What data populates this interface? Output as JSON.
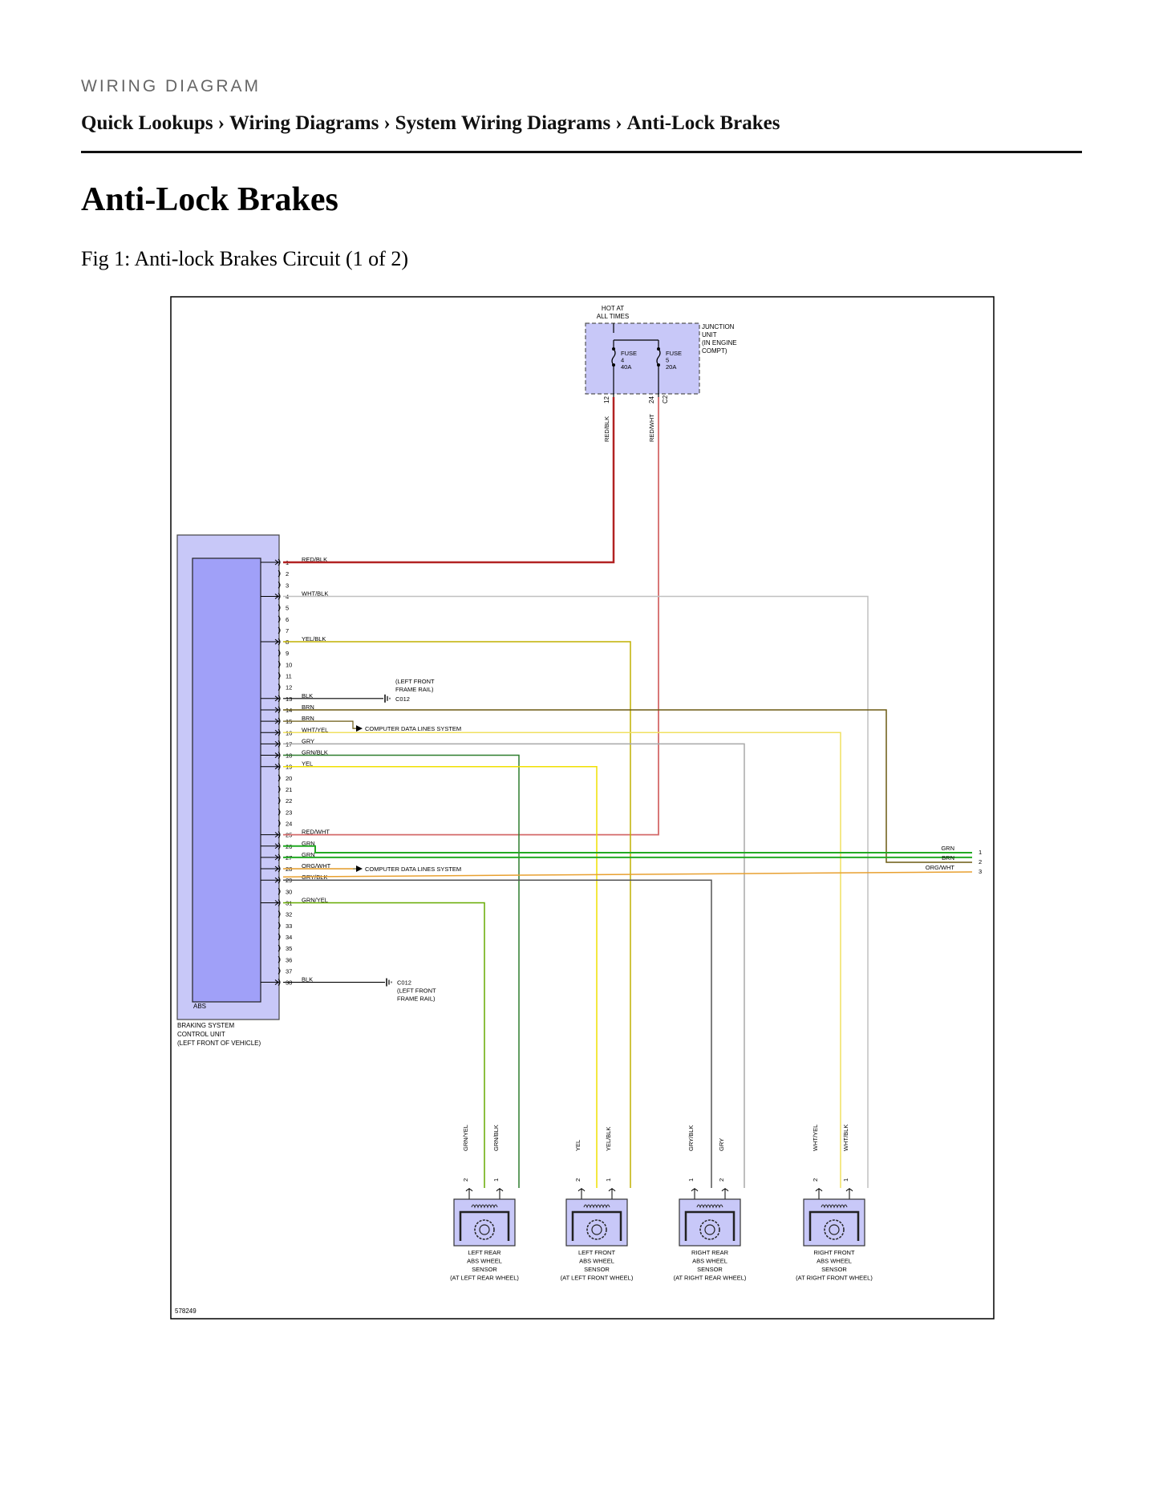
{
  "header": {
    "kicker": "WIRING DIAGRAM",
    "breadcrumb": [
      "Quick Lookups",
      "Wiring Diagrams",
      "System Wiring Diagrams",
      "Anti-Lock Brakes"
    ],
    "separator": "›"
  },
  "page": {
    "title": "Anti-Lock Brakes",
    "figure_caption": "Fig 1: Anti-lock Brakes Circuit (1 of 2)"
  },
  "diagram": {
    "figure_id": "578249",
    "hot_label": [
      "HOT AT",
      "ALL TIMES"
    ],
    "junction_label": [
      "JUNCTION",
      "UNIT",
      "(IN ENGINE",
      "COMPT)"
    ],
    "fuses": [
      {
        "lines": [
          "FUSE",
          "4",
          "40A"
        ],
        "pin": "12",
        "wire": "RED/BLK"
      },
      {
        "lines": [
          "FUSE",
          "5",
          "20A"
        ],
        "pin": "24",
        "wire": "RED/WHT"
      }
    ],
    "junction_connector": "C2",
    "module": {
      "inner_label": "ABS",
      "label": [
        "BRAKING SYSTEM",
        "CONTROL UNIT",
        "(LEFT FRONT OF VEHICLE)"
      ]
    },
    "pins": [
      {
        "n": "1",
        "wire": "RED/BLK"
      },
      {
        "n": "2",
        "wire": ""
      },
      {
        "n": "3",
        "wire": ""
      },
      {
        "n": "4",
        "wire": "WHT/BLK"
      },
      {
        "n": "5",
        "wire": ""
      },
      {
        "n": "6",
        "wire": ""
      },
      {
        "n": "7",
        "wire": ""
      },
      {
        "n": "8",
        "wire": "YEL/BLK"
      },
      {
        "n": "9",
        "wire": ""
      },
      {
        "n": "10",
        "wire": ""
      },
      {
        "n": "11",
        "wire": ""
      },
      {
        "n": "12",
        "wire": ""
      },
      {
        "n": "13",
        "wire": "BLK"
      },
      {
        "n": "14",
        "wire": "BRN"
      },
      {
        "n": "15",
        "wire": "BRN"
      },
      {
        "n": "16",
        "wire": "WHT/YEL"
      },
      {
        "n": "17",
        "wire": "GRY"
      },
      {
        "n": "18",
        "wire": "GRN/BLK"
      },
      {
        "n": "19",
        "wire": "YEL"
      },
      {
        "n": "20",
        "wire": ""
      },
      {
        "n": "21",
        "wire": ""
      },
      {
        "n": "22",
        "wire": ""
      },
      {
        "n": "23",
        "wire": ""
      },
      {
        "n": "24",
        "wire": ""
      },
      {
        "n": "25",
        "wire": "RED/WHT"
      },
      {
        "n": "26",
        "wire": "GRN"
      },
      {
        "n": "27",
        "wire": "GRN"
      },
      {
        "n": "28",
        "wire": "ORG/WHT"
      },
      {
        "n": "29",
        "wire": "GRY/BLK"
      },
      {
        "n": "30",
        "wire": ""
      },
      {
        "n": "31",
        "wire": "GRN/YEL"
      },
      {
        "n": "32",
        "wire": ""
      },
      {
        "n": "33",
        "wire": ""
      },
      {
        "n": "34",
        "wire": ""
      },
      {
        "n": "35",
        "wire": ""
      },
      {
        "n": "36",
        "wire": ""
      },
      {
        "n": "37",
        "wire": ""
      },
      {
        "n": "38",
        "wire": "BLK"
      }
    ],
    "ground_top": {
      "name": "C012",
      "location": [
        "(LEFT FRONT",
        "FRAME RAIL)"
      ]
    },
    "ground_bottom": {
      "name": "C012",
      "location": [
        "(LEFT FRONT",
        "FRAME RAIL)"
      ]
    },
    "cdl_label": "COMPUTER DATA LINES SYSTEM",
    "right_connector": [
      {
        "wire": "GRN",
        "pin": "1"
      },
      {
        "wire": "BRN",
        "pin": "2"
      },
      {
        "wire": "ORG/WHT",
        "pin": "3"
      }
    ],
    "sensors": [
      {
        "label": [
          "LEFT REAR",
          "ABS WHEEL",
          "SENSOR",
          "(AT LEFT REAR WHEEL)"
        ],
        "left": {
          "wire": "GRN/YEL",
          "pin": "2"
        },
        "right": {
          "wire": "GRN/BLK",
          "pin": "1"
        }
      },
      {
        "label": [
          "LEFT FRONT",
          "ABS WHEEL",
          "SENSOR",
          "(AT LEFT FRONT WHEEL)"
        ],
        "left": {
          "wire": "YEL",
          "pin": "2"
        },
        "right": {
          "wire": "YEL/BLK",
          "pin": "1"
        }
      },
      {
        "label": [
          "RIGHT REAR",
          "ABS WHEEL",
          "SENSOR",
          "(AT RIGHT REAR WHEEL)"
        ],
        "left": {
          "wire": "GRY/BLK",
          "pin": "1"
        },
        "right": {
          "wire": "GRY",
          "pin": "2"
        }
      },
      {
        "label": [
          "RIGHT FRONT",
          "ABS WHEEL",
          "SENSOR",
          "(AT RIGHT FRONT WHEEL)"
        ],
        "left": {
          "wire": "WHT/YEL",
          "pin": "2"
        },
        "right": {
          "wire": "WHT/BLK",
          "pin": "1"
        }
      }
    ],
    "colors": {
      "box_fill": "#c8c8f8",
      "module_inner": "#a0a0f8",
      "RED/BLK": "#b22222",
      "RED/WHT": "#d46a6a",
      "WHT/BLK": "#c0c0c0",
      "YEL/BLK": "#c0b000",
      "BRN": "#6b5a12",
      "WHT/YEL": "#f0e060",
      "GRY": "#a8a8a8",
      "GRN/BLK": "#2e7d2e",
      "YEL": "#f0e000",
      "GRN": "#22aa22",
      "ORG/WHT": "#e8a030",
      "GRY/BLK": "#555555",
      "GRN/YEL": "#66aa00"
    }
  }
}
